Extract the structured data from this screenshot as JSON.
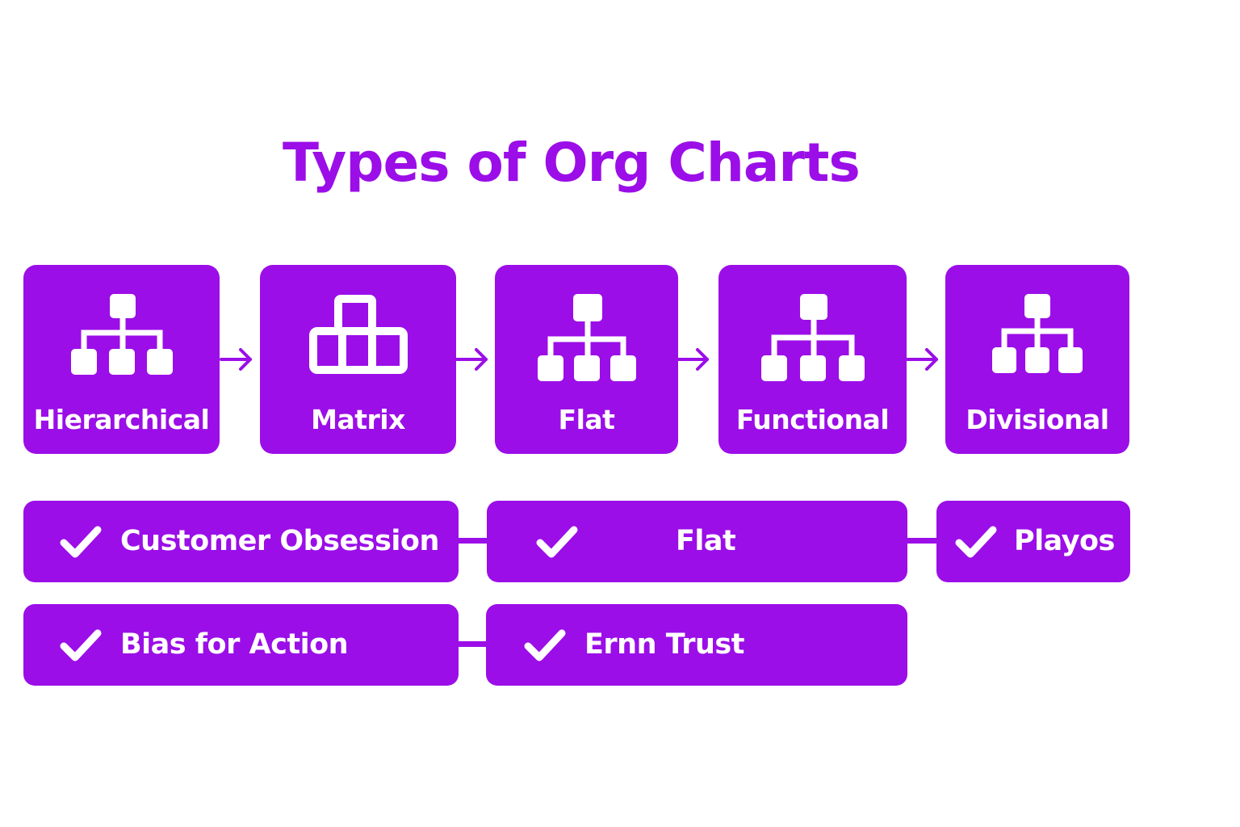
{
  "title": "Types of Org Charts",
  "colors": {
    "brand": "#9b0ee8",
    "text_on_brand": "#ffffff",
    "background": "#ffffff"
  },
  "chart_types": [
    {
      "label": "Hierarchical",
      "icon": "hierarchy-icon"
    },
    {
      "label": "Matrix",
      "icon": "matrix-grid-icon"
    },
    {
      "label": "Flat",
      "icon": "flat-org-icon"
    },
    {
      "label": "Functional",
      "icon": "functional-org-icon"
    },
    {
      "label": "Divisional",
      "icon": "divisional-org-icon"
    }
  ],
  "principles": {
    "row1": [
      {
        "label": "Customer Obsession",
        "icon": "checkmark-icon"
      },
      {
        "label": "Flat",
        "icon": "checkmark-icon"
      },
      {
        "label": "Playos",
        "icon": "checkmark-icon"
      }
    ],
    "row2": [
      {
        "label": "Bias for Action",
        "icon": "checkmark-icon"
      },
      {
        "label": "Ernn Trust",
        "icon": "checkmark-icon"
      }
    ]
  }
}
